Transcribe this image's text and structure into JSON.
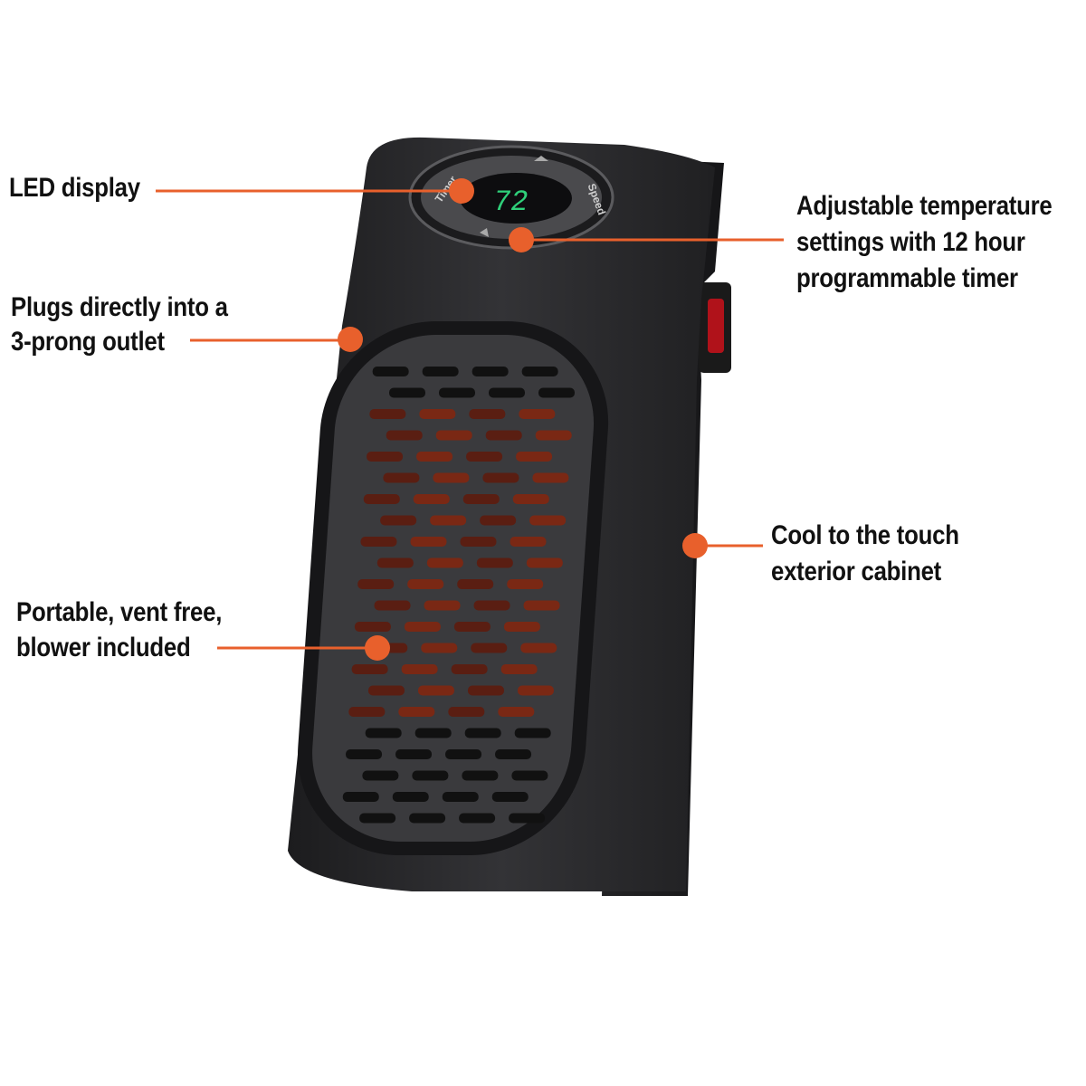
{
  "callouts": {
    "led_display": "LED display",
    "plugs_line1": "Plugs directly into a",
    "plugs_line2": "3-prong outlet",
    "portable_line1": "Portable, vent free,",
    "portable_line2": "blower included",
    "adjustable_line1": "Adjustable temperature",
    "adjustable_line2": "settings with 12 hour",
    "adjustable_line3": "programmable timer",
    "cool_line1": "Cool to the touch",
    "cool_line2": "exterior cabinet"
  },
  "control_panel": {
    "display_value": "72",
    "timer_label": "Timer",
    "speed_label": "Speed"
  },
  "colors": {
    "accent": "#e8602c",
    "display_green": "#2fd07a",
    "body": "#2a2a2c"
  }
}
